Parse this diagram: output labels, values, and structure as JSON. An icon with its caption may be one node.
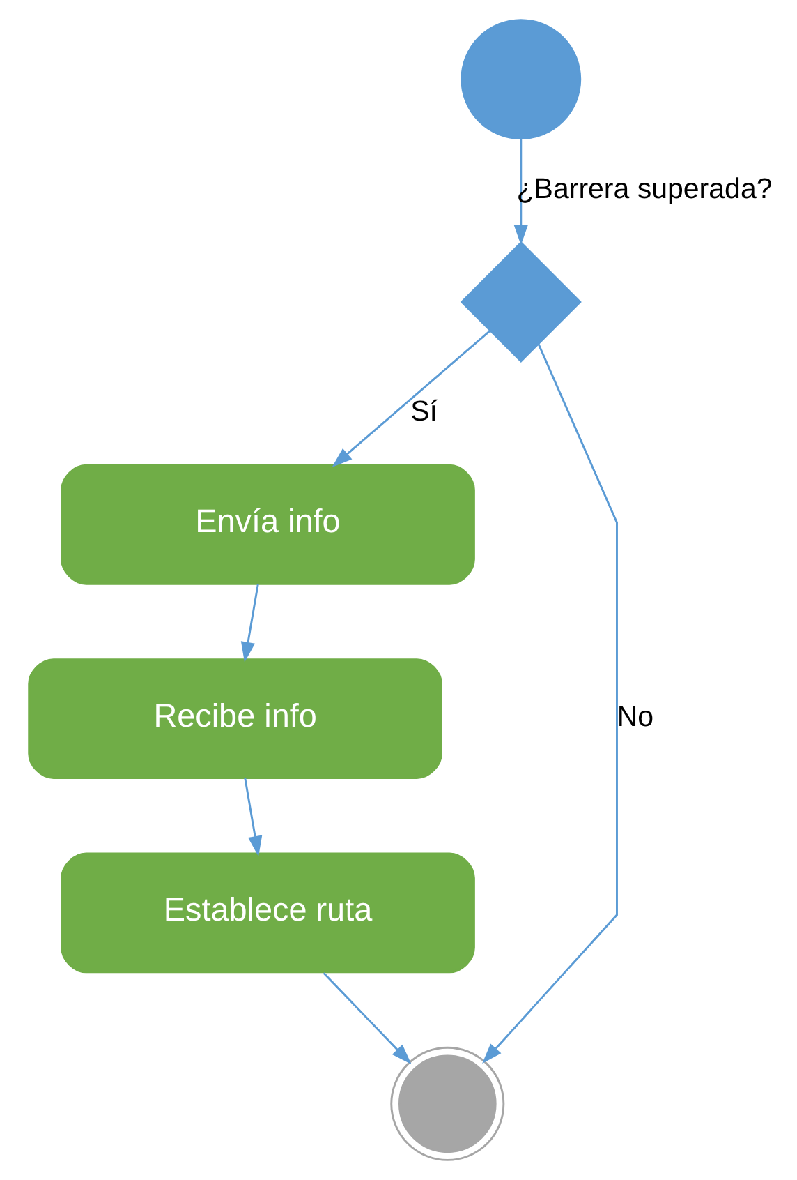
{
  "diagram": {
    "nodes": [
      {
        "text": [],
        "shape": "circle"
      },
      {
        "text": [],
        "shape": "diamond"
      },
      {
        "text": [
          "Envía info"
        ]
      },
      {
        "text": [
          "Recibe info"
        ]
      },
      {
        "text": [
          "Establece ruta"
        ]
      },
      {
        "text": [],
        "shape": "circle"
      }
    ],
    "edges": [
      {
        "from": 0,
        "to": 1,
        "arrow": "to",
        "label": "¿Barrera superada?"
      },
      {
        "from": 1,
        "to": 2,
        "arrow": "to",
        "label": "Sí"
      },
      {
        "from": 2,
        "to": 3,
        "arrow": "to"
      },
      {
        "from": 3,
        "to": 4,
        "arrow": "to"
      },
      {
        "from": 4,
        "to": 5,
        "arrow": "to"
      },
      {
        "from": 1,
        "to": 5,
        "arrow": "to",
        "label": "No"
      }
    ]
  }
}
